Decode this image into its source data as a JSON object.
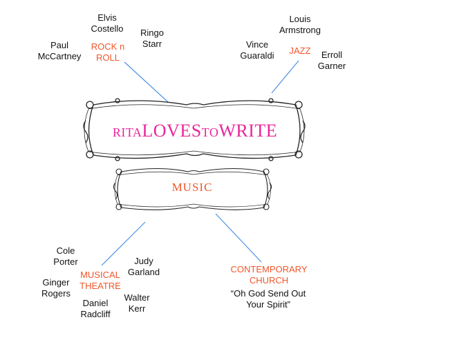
{
  "title": {
    "part1": "rita",
    "part2": "LOVES",
    "part3": "to",
    "part4": "WRITE"
  },
  "center": "MUSIC",
  "colors": {
    "title": "#e8259a",
    "category": "#f0562a",
    "connector": "#4a90e2"
  },
  "rock": {
    "label": [
      "ROCK n",
      "ROLL"
    ],
    "people": [
      [
        "Elvis",
        "Costello"
      ],
      [
        "Paul",
        "McCartney"
      ],
      [
        "Ringo",
        "Starr"
      ]
    ]
  },
  "jazz": {
    "label": [
      "JAZZ"
    ],
    "people": [
      [
        "Louis",
        "Armstrong"
      ],
      [
        "Vince",
        "Guaraldi"
      ],
      [
        "Erroll",
        "Garner"
      ]
    ]
  },
  "theatre": {
    "label": [
      "MUSICAL",
      "THEATRE"
    ],
    "people": [
      [
        "Cole",
        "Porter"
      ],
      [
        "Judy",
        "Garland"
      ],
      [
        "Ginger",
        "Rogers"
      ],
      [
        "Walter",
        "Kerr"
      ],
      [
        "Daniel",
        "Radcliff"
      ]
    ]
  },
  "church": {
    "label": [
      "CONTEMPORARY",
      "CHURCH"
    ],
    "quote": [
      "“Oh God Send Out",
      "Your Spirit”"
    ]
  }
}
